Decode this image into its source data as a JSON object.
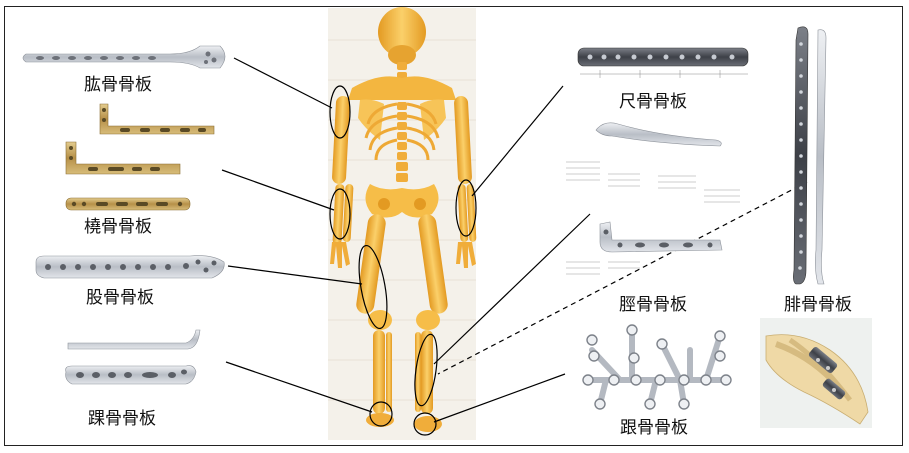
{
  "labels": {
    "humerus": "肱骨骨板",
    "radius": "橈骨骨板",
    "femur": "股骨骨板",
    "ankle": "踝骨骨板",
    "ulna": "尺骨骨板",
    "tibia": "脛骨骨板",
    "fibula": "腓骨骨板",
    "calcaneus": "跟骨骨板"
  },
  "colors": {
    "bone": "#f2b33a",
    "bone_shadow": "#d98b18",
    "plate_metal": "#c9ccd2",
    "plate_gold": "#c8a45a",
    "line": "#000000"
  }
}
